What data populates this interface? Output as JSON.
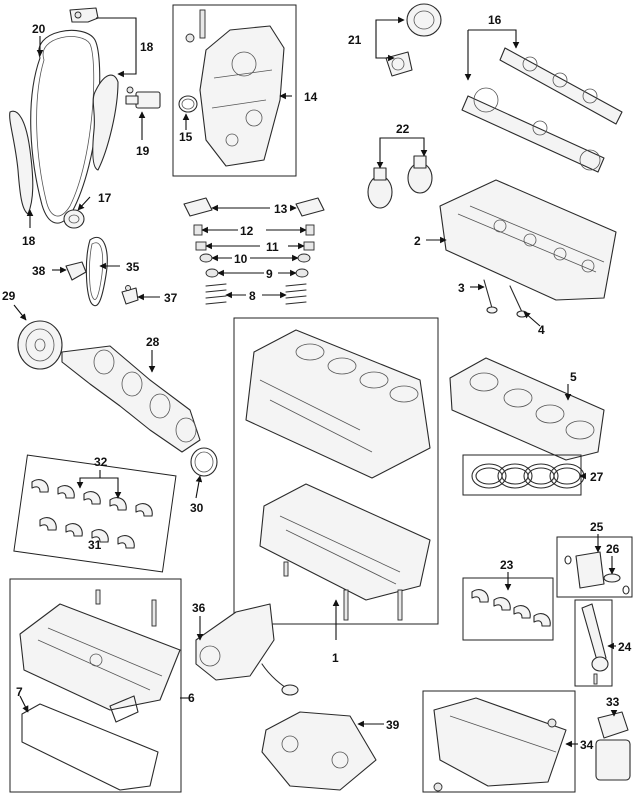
{
  "diagram": {
    "callouts": [
      {
        "id": "c1",
        "label": "1"
      },
      {
        "id": "c2",
        "label": "2"
      },
      {
        "id": "c3",
        "label": "3"
      },
      {
        "id": "c4",
        "label": "4"
      },
      {
        "id": "c5",
        "label": "5"
      },
      {
        "id": "c6",
        "label": "6"
      },
      {
        "id": "c7",
        "label": "7"
      },
      {
        "id": "c8",
        "label": "8"
      },
      {
        "id": "c9",
        "label": "9"
      },
      {
        "id": "c10",
        "label": "10"
      },
      {
        "id": "c11",
        "label": "11"
      },
      {
        "id": "c12",
        "label": "12"
      },
      {
        "id": "c13",
        "label": "13"
      },
      {
        "id": "c14",
        "label": "14"
      },
      {
        "id": "c15",
        "label": "15"
      },
      {
        "id": "c16",
        "label": "16"
      },
      {
        "id": "c17",
        "label": "17"
      },
      {
        "id": "c18a",
        "label": "18"
      },
      {
        "id": "c18b",
        "label": "18"
      },
      {
        "id": "c19",
        "label": "19"
      },
      {
        "id": "c20",
        "label": "20"
      },
      {
        "id": "c21",
        "label": "21"
      },
      {
        "id": "c22",
        "label": "22"
      },
      {
        "id": "c23",
        "label": "23"
      },
      {
        "id": "c24",
        "label": "24"
      },
      {
        "id": "c25",
        "label": "25"
      },
      {
        "id": "c26",
        "label": "26"
      },
      {
        "id": "c27",
        "label": "27"
      },
      {
        "id": "c28",
        "label": "28"
      },
      {
        "id": "c29",
        "label": "29"
      },
      {
        "id": "c30",
        "label": "30"
      },
      {
        "id": "c31",
        "label": "31"
      },
      {
        "id": "c32",
        "label": "32"
      },
      {
        "id": "c33",
        "label": "33"
      },
      {
        "id": "c34",
        "label": "34"
      },
      {
        "id": "c35",
        "label": "35"
      },
      {
        "id": "c36",
        "label": "36"
      },
      {
        "id": "c37",
        "label": "37"
      },
      {
        "id": "c38",
        "label": "38"
      },
      {
        "id": "c39",
        "label": "39"
      }
    ]
  }
}
